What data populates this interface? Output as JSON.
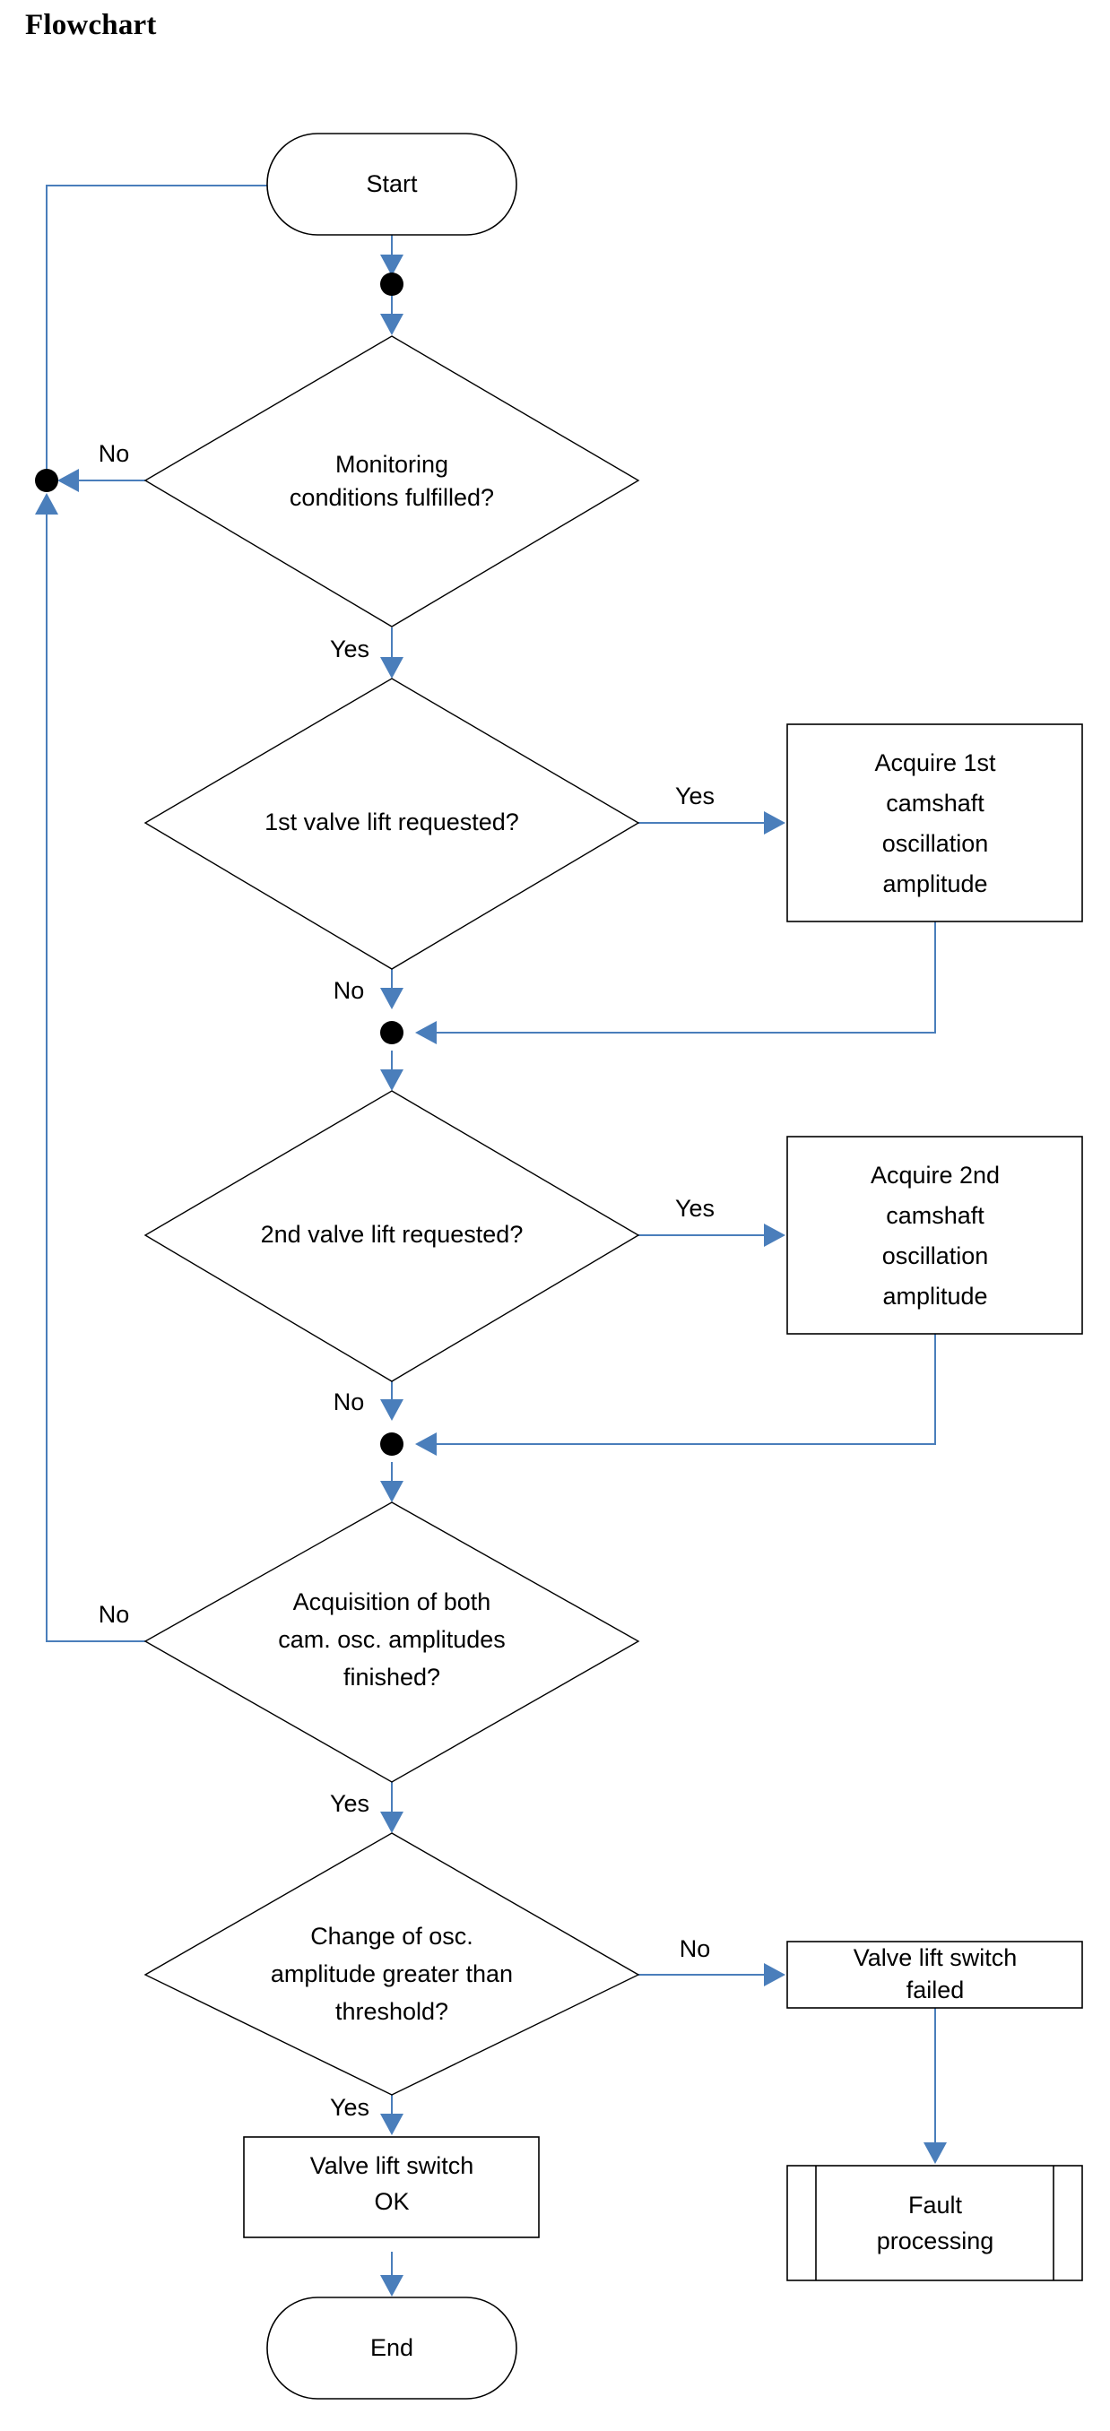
{
  "page": {
    "title": "Flowchart"
  },
  "colors": {
    "connector": "#4a7ebb",
    "shape_stroke": "#000000",
    "shape_fill": "#ffffff",
    "text": "#000000"
  },
  "chart_data": {
    "type": "diagram",
    "title": "Flowchart",
    "nodes": [
      {
        "id": "start",
        "shape": "terminator",
        "label": "Start"
      },
      {
        "id": "junction1",
        "shape": "connector-dot",
        "label": ""
      },
      {
        "id": "dec1",
        "shape": "decision",
        "lines": [
          "Monitoring",
          "conditions fulfilled?"
        ]
      },
      {
        "id": "junction2",
        "shape": "connector-dot",
        "label": ""
      },
      {
        "id": "dec2",
        "shape": "decision",
        "lines": [
          "1st valve lift requested?"
        ]
      },
      {
        "id": "proc1",
        "shape": "process",
        "lines": [
          "Acquire 1st",
          "camshaft",
          "oscillation",
          "amplitude"
        ]
      },
      {
        "id": "junction3",
        "shape": "connector-dot",
        "label": ""
      },
      {
        "id": "dec3",
        "shape": "decision",
        "lines": [
          "2nd valve lift requested?"
        ]
      },
      {
        "id": "proc2",
        "shape": "process",
        "lines": [
          "Acquire 2nd",
          "camshaft",
          "oscillation",
          "amplitude"
        ]
      },
      {
        "id": "junction4",
        "shape": "connector-dot",
        "label": ""
      },
      {
        "id": "dec4",
        "shape": "decision",
        "lines": [
          "Acquisition of both",
          "cam. osc. amplitudes",
          "finished?"
        ]
      },
      {
        "id": "dec5",
        "shape": "decision",
        "lines": [
          "Change of osc.",
          "amplitude greater than",
          "threshold?"
        ]
      },
      {
        "id": "proc3",
        "shape": "process",
        "lines": [
          "Valve lift switch",
          "failed"
        ]
      },
      {
        "id": "proc4",
        "shape": "process",
        "lines": [
          "Valve lift switch",
          "OK"
        ]
      },
      {
        "id": "fault",
        "shape": "predefined-process",
        "lines": [
          "Fault",
          "processing"
        ]
      },
      {
        "id": "end",
        "shape": "terminator",
        "label": "End"
      }
    ],
    "edges": [
      {
        "from": "start",
        "to": "junction1",
        "label": ""
      },
      {
        "from": "junction1",
        "to": "dec1",
        "label": ""
      },
      {
        "from": "dec1",
        "to": "junction2",
        "label": "No"
      },
      {
        "from": "dec1",
        "to": "dec2",
        "label": "Yes"
      },
      {
        "from": "dec2",
        "to": "proc1",
        "label": "Yes"
      },
      {
        "from": "dec2",
        "to": "junction3",
        "label": "No"
      },
      {
        "from": "proc1",
        "to": "junction3",
        "label": ""
      },
      {
        "from": "junction3",
        "to": "dec3",
        "label": ""
      },
      {
        "from": "dec3",
        "to": "proc2",
        "label": "Yes"
      },
      {
        "from": "dec3",
        "to": "junction4",
        "label": "No"
      },
      {
        "from": "proc2",
        "to": "junction4",
        "label": ""
      },
      {
        "from": "junction4",
        "to": "dec4",
        "label": ""
      },
      {
        "from": "dec4",
        "to": "junction2",
        "label": "No"
      },
      {
        "from": "dec4",
        "to": "dec5",
        "label": "Yes"
      },
      {
        "from": "dec5",
        "to": "proc3",
        "label": "No"
      },
      {
        "from": "dec5",
        "to": "proc4",
        "label": "Yes"
      },
      {
        "from": "proc3",
        "to": "fault",
        "label": ""
      },
      {
        "from": "proc4",
        "to": "end",
        "label": ""
      },
      {
        "from": "junction2",
        "to": "junction1",
        "label": ""
      }
    ]
  },
  "nodes": {
    "start": {
      "label": "Start"
    },
    "end": {
      "label": "End"
    },
    "dec1": {
      "line1": "Monitoring",
      "line2": "conditions fulfilled?"
    },
    "dec2": {
      "line1": "1st valve lift requested?"
    },
    "dec3": {
      "line1": "2nd valve lift requested?"
    },
    "dec4": {
      "line1": "Acquisition of both",
      "line2": "cam. osc. amplitudes",
      "line3": "finished?"
    },
    "dec5": {
      "line1": "Change of osc.",
      "line2": "amplitude greater than",
      "line3": "threshold?"
    },
    "proc1": {
      "line1": "Acquire 1st",
      "line2": "camshaft",
      "line3": "oscillation",
      "line4": "amplitude"
    },
    "proc2": {
      "line1": "Acquire 2nd",
      "line2": "camshaft",
      "line3": "oscillation",
      "line4": "amplitude"
    },
    "proc3": {
      "line1": "Valve lift switch",
      "line2": "failed"
    },
    "proc4": {
      "line1": "Valve lift switch",
      "line2": "OK"
    },
    "fault": {
      "line1": "Fault",
      "line2": "processing"
    }
  },
  "edge_labels": {
    "dec1_no": "No",
    "dec1_yes": "Yes",
    "dec2_yes": "Yes",
    "dec2_no": "No",
    "dec3_yes": "Yes",
    "dec3_no": "No",
    "dec4_no": "No",
    "dec4_yes": "Yes",
    "dec5_no": "No",
    "dec5_yes": "Yes"
  }
}
